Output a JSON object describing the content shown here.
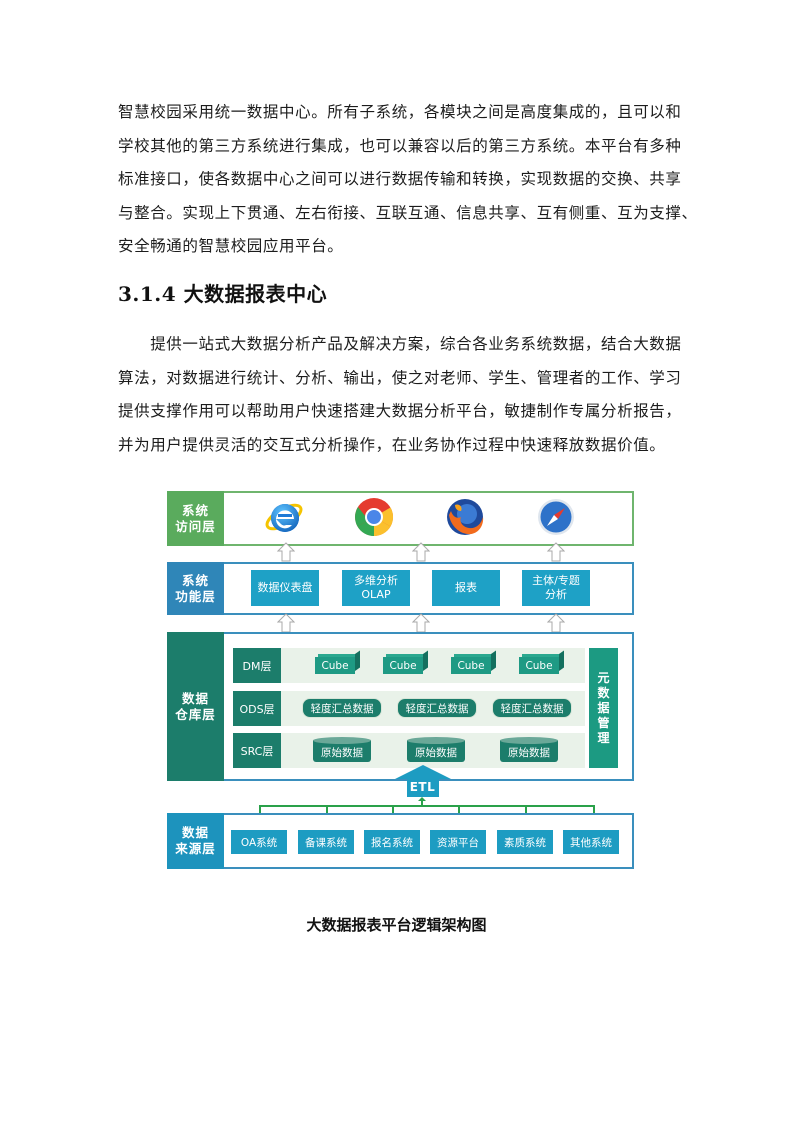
{
  "document": {
    "intro_paragraph": {
      "lines": [
        "智慧校园采用统一数据中心。所有子系统，各模块之间是高度集成的，且可以和",
        "学校其他的第三方系统进行集成，也可以兼容以后的第三方系统。本平台有多种",
        "标准接口，使各数据中心之间可以进行数据传输和转换，实现数据的交换、共享",
        "与整合。实现上下贯通、左右衔接、互联互通、信息共享、互有侧重、互为支撑、",
        "安全畅通的智慧校园应用平台。"
      ]
    },
    "section_heading": "3.1.4 大数据报表中心",
    "section_paragraph": {
      "lines": [
        "　　提供一站式大数据分析产品及解决方案，综合各业务系统数据，结合大数据",
        "算法，对数据进行统计、分析、输出，使之对老师、学生、管理者的工作、学习",
        "提供支撑作用可以帮助用户快速搭建大数据分析平台，敏捷制作专属分析报告，",
        "并为用户提供灵活的交互式分析操作，在业务协作过程中快速释放数据价值。"
      ]
    },
    "figure_caption": "大数据报表平台逻辑架构图"
  },
  "diagram": {
    "access_layer": {
      "label_line1": "系统",
      "label_line2": "访问层",
      "browsers": [
        "internet-explorer",
        "chrome",
        "firefox",
        "safari"
      ],
      "color": "#5aab5d"
    },
    "function_layer": {
      "label_line1": "系统",
      "label_line2": "功能层",
      "color": "#2f86b8",
      "items": [
        {
          "line1": "数据仪表盘",
          "line2": ""
        },
        {
          "line1": "多维分析",
          "line2": "OLAP"
        },
        {
          "line1": "报表",
          "line2": ""
        },
        {
          "line1": "主体/专题",
          "line2": "分析"
        }
      ]
    },
    "warehouse_layer": {
      "label_line1": "数据",
      "label_line2": "仓库层",
      "color": "#1c7d6b",
      "dm": {
        "label": "DM层",
        "items": [
          "Cube",
          "Cube",
          "Cube",
          "Cube"
        ]
      },
      "ods": {
        "label": "ODS层",
        "items": [
          "轻度汇总数据",
          "轻度汇总数据",
          "轻度汇总数据"
        ]
      },
      "src": {
        "label": "SRC层",
        "items": [
          "原始数据",
          "原始数据",
          "原始数据"
        ]
      },
      "metadata": {
        "chars": [
          "元",
          "数",
          "据",
          "管",
          "理"
        ]
      }
    },
    "etl": {
      "label": "ETL",
      "color": "#1d9cc2"
    },
    "source_layer": {
      "label_line1": "数据",
      "label_line2": "来源层",
      "color": "#1d93bd",
      "items": [
        "OA系统",
        "备课系统",
        "报名系统",
        "资源平台",
        "素质系统",
        "其他系统"
      ]
    }
  }
}
